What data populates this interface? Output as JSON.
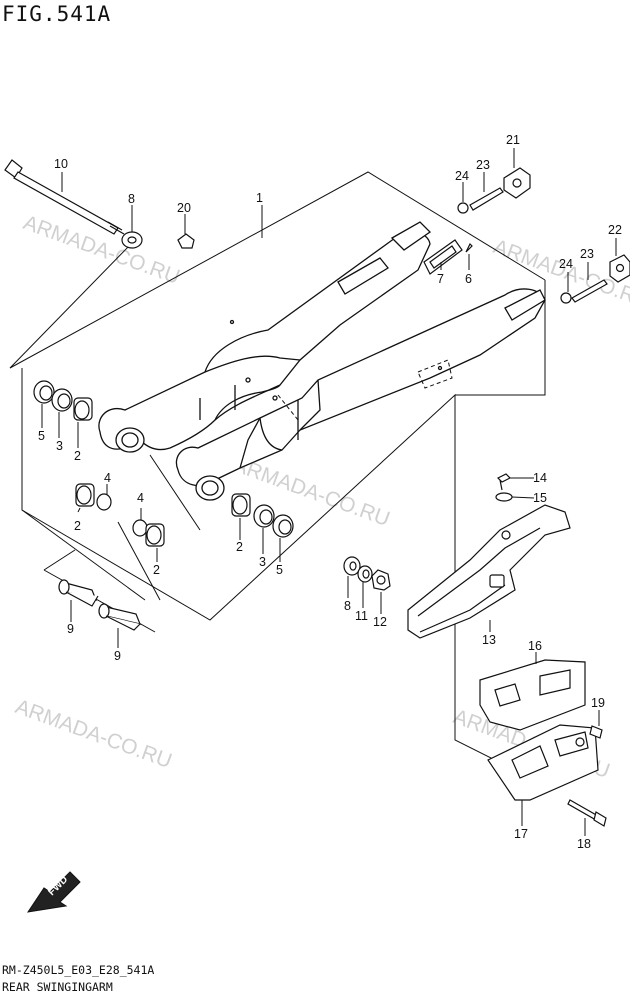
{
  "figure": {
    "title": "FIG.541A",
    "code": "RM-Z450L5_E03_E28_541A",
    "name": "REAR SWINGINGARM"
  },
  "watermark": "ARMADA-CO.RU",
  "fwd_label": "FWD",
  "callouts": [
    "1",
    "2",
    "2",
    "2",
    "2",
    "3",
    "3",
    "4",
    "4",
    "5",
    "5",
    "6",
    "7",
    "8",
    "8",
    "9",
    "9",
    "10",
    "11",
    "12",
    "13",
    "14",
    "15",
    "16",
    "17",
    "18",
    "19",
    "20",
    "21",
    "22",
    "23",
    "23",
    "24",
    "24"
  ]
}
